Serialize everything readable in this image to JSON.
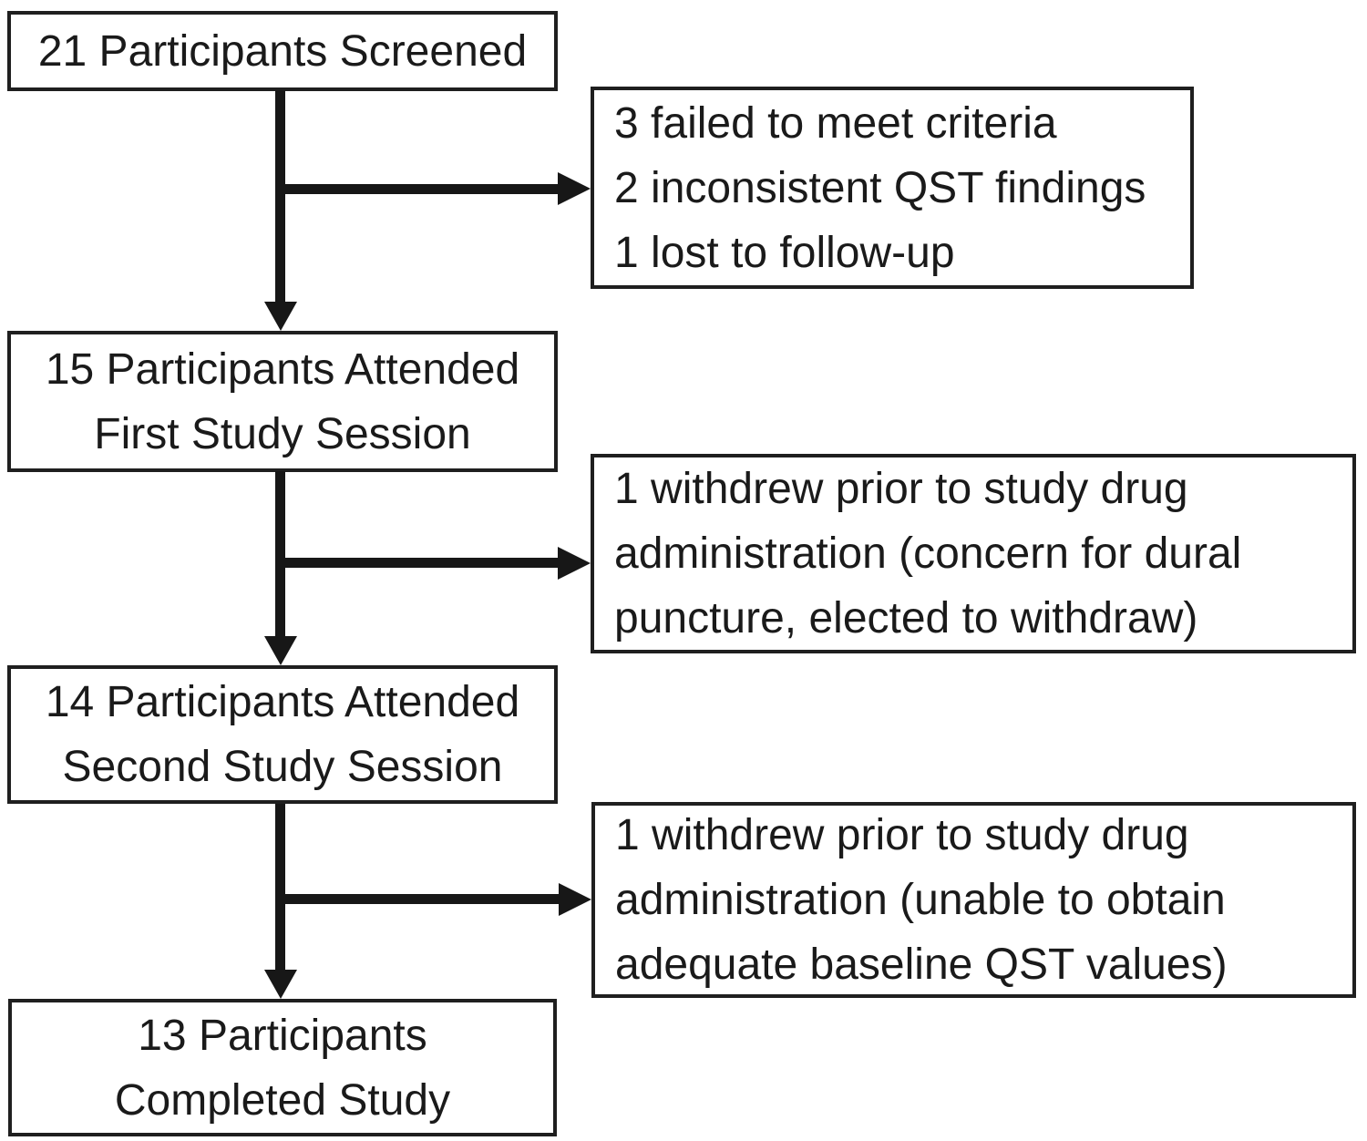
{
  "diagram": {
    "type": "participant-flow-chart",
    "colors": {
      "background": "#ffffff",
      "box_fill": "#ffffff",
      "box_border": "#1f1f1f",
      "text": "#1a1a1a",
      "arrow": "#171717"
    },
    "main_boxes": [
      {
        "id": "screened",
        "lines": [
          "21 Participants Screened"
        ]
      },
      {
        "id": "first-session",
        "lines": [
          "15 Participants Attended",
          "First Study Session"
        ]
      },
      {
        "id": "second-session",
        "lines": [
          "14 Participants Attended",
          "Second Study Session"
        ]
      },
      {
        "id": "completed-study",
        "lines": [
          "13 Participants",
          "Completed Study"
        ]
      }
    ],
    "side_boxes": [
      {
        "id": "excluded-at-screening",
        "lines": [
          "3 failed to meet criteria",
          "2 inconsistent QST findings",
          "1 lost to follow-up"
        ]
      },
      {
        "id": "withdrew-first-session",
        "lines": [
          "1 withdrew prior to study drug",
          "administration (concern for dural",
          "puncture, elected to withdraw)"
        ]
      },
      {
        "id": "withdrew-second-session",
        "lines": [
          "1 withdrew prior to study drug",
          "administration (unable to obtain",
          "adequate baseline QST values)"
        ]
      }
    ]
  }
}
